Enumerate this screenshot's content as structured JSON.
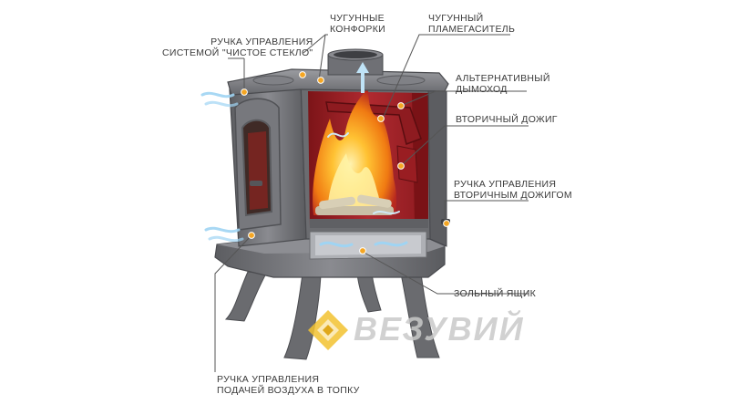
{
  "labels": {
    "glass_handle": [
      "РУЧКА УПРАВЛЕНИЯ",
      "СИСТЕМОЙ \"ЧИСТОЕ СТЕКЛО\""
    ],
    "burners": [
      "ЧУГУННЫЕ",
      "КОНФОРКИ"
    ],
    "flame_damper": [
      "ЧУГУННЫЙ",
      "ПЛАМЕГАСИТЕЛЬ"
    ],
    "alt_flue": [
      "АЛЬТЕРНАТИВНЫЙ",
      "ДЫМОХОД"
    ],
    "secondary_burn": [
      "ВТОРИЧНЫЙ ДОЖИГ"
    ],
    "secondary_handle": [
      "РУЧКА УПРАВЛЕНИЯ",
      "ВТОРИЧНЫМ ДОЖИГОМ"
    ],
    "ash_box": [
      "ЗОЛЬНЫЙ ЯЩИК"
    ],
    "air_handle": [
      "РУЧКА УПРАВЛЕНИЯ",
      "ПОДАЧЕЙ ВОЗДУХА В ТОПКУ"
    ]
  },
  "brand": {
    "name": "ВЕЗУВИЙ"
  },
  "colors": {
    "iron": "#6e6f73",
    "iron_dark": "#4a4b4f",
    "iron_light": "#9a9ba0",
    "firebox": "#a8262c",
    "flame": "#f6a21b",
    "marker": "#f5a623",
    "leader": "#555555",
    "air": "#9fd4f3",
    "logo": "#f2c230"
  }
}
